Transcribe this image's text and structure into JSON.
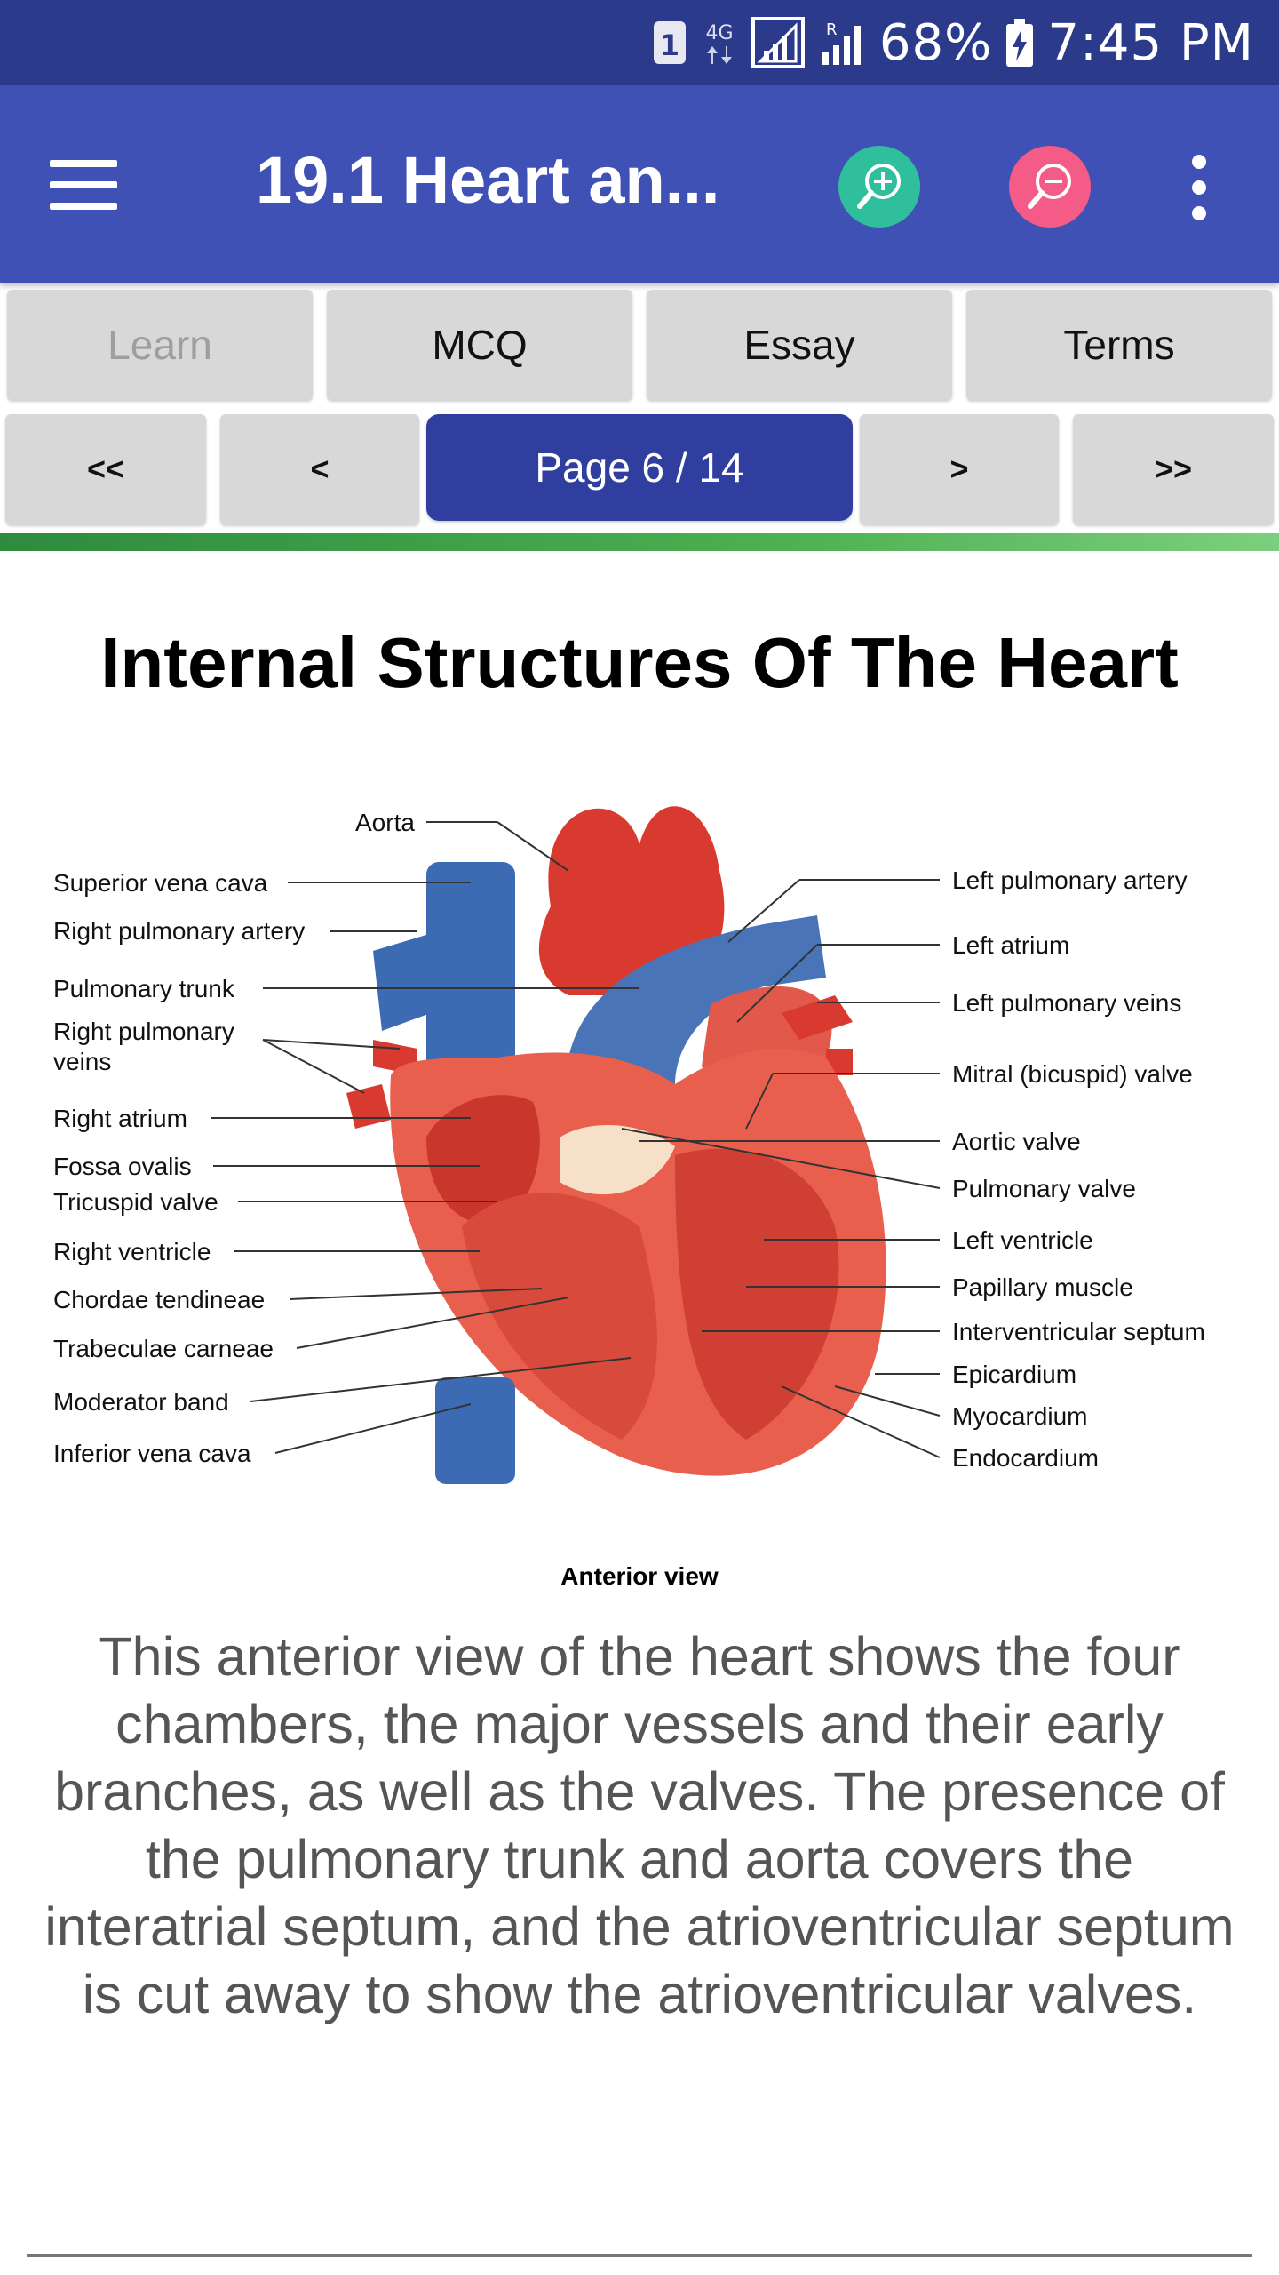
{
  "status_bar": {
    "sim_badge": "1",
    "network": "4G",
    "battery": "68%",
    "time": "7:45 PM",
    "icons": [
      "sim-1-icon",
      "network-4g-icon",
      "signal-icon",
      "signal-roaming-icon",
      "battery-charging-icon"
    ]
  },
  "app_bar": {
    "title": "19.1 Heart an...",
    "icons": [
      "menu-icon",
      "zoom-in-icon",
      "zoom-out-icon",
      "overflow-menu-icon"
    ],
    "colors": {
      "background": "#3f51b5",
      "zoom_in": "#2fbf9d",
      "zoom_out": "#f45b86"
    }
  },
  "tabs": [
    {
      "label": "Learn",
      "disabled": true
    },
    {
      "label": "MCQ"
    },
    {
      "label": "Essay"
    },
    {
      "label": "Terms"
    }
  ],
  "pager": {
    "first": "<<",
    "prev": "<",
    "page_label": "Page 6 / 14",
    "next": ">",
    "last": ">>",
    "current_page": 6,
    "total_pages": 14
  },
  "content": {
    "title": "Internal Structures Of The Heart",
    "figure": {
      "left_labels": [
        "Aorta",
        "Superior vena cava",
        "Right pulmonary artery",
        "Pulmonary trunk",
        "Right pulmonary",
        "veins",
        "Right atrium",
        "Fossa ovalis",
        "Tricuspid valve",
        "Right ventricle",
        "Chordae tendineae",
        "Trabeculae carneae",
        "Moderator band",
        "Inferior vena cava"
      ],
      "right_labels": [
        "Left pulmonary artery",
        "Left atrium",
        "Left pulmonary veins",
        "Mitral (bicuspid) valve",
        "Aortic valve",
        "Pulmonary valve",
        "Left ventricle",
        "Papillary muscle",
        "Interventricular septum",
        "Epicardium",
        "Myocardium",
        "Endocardium"
      ],
      "caption": "Anterior view"
    },
    "description": "This anterior view of the heart shows the four chambers, the major vessels and their early branches, as well as the valves. The presence of the pulmonary trunk and aorta covers the interatrial septum, and the atrioventricular septum is cut away to show the atrioventricular valves."
  }
}
